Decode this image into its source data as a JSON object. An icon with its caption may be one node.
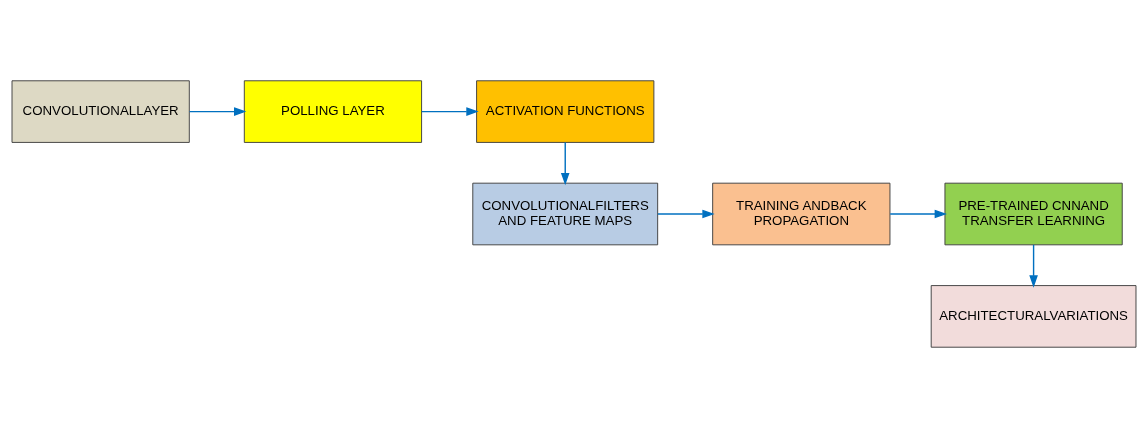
{
  "diagram": {
    "nodes": [
      {
        "text": [
          "CONVOLUTIONALLAYER"
        ]
      },
      {
        "text": [
          "POLLING LAYER"
        ]
      },
      {
        "text": [
          "ACTIVATION FUNCTIONS"
        ]
      },
      {
        "text": [
          "CONVOLUTIONALFILTERS AND FEATURE MAPS"
        ]
      },
      {
        "text": [
          "TRAINING ANDBACK PROPAGATION"
        ]
      },
      {
        "text": [
          "PRE-TRAINED CNNAND TRANSFER LEARNING"
        ]
      },
      {
        "text": [
          "ARCHITECTURALVARIATIONS"
        ]
      }
    ],
    "edges": [
      {
        "from": 0,
        "to": 1,
        "arrow": "to"
      },
      {
        "from": 1,
        "to": 2,
        "arrow": "to"
      },
      {
        "from": 2,
        "to": 3,
        "arrow": "to"
      },
      {
        "from": 3,
        "to": 4,
        "arrow": "to"
      },
      {
        "from": 4,
        "to": 5,
        "arrow": "to"
      },
      {
        "from": 5,
        "to": 6,
        "arrow": "to"
      }
    ]
  }
}
